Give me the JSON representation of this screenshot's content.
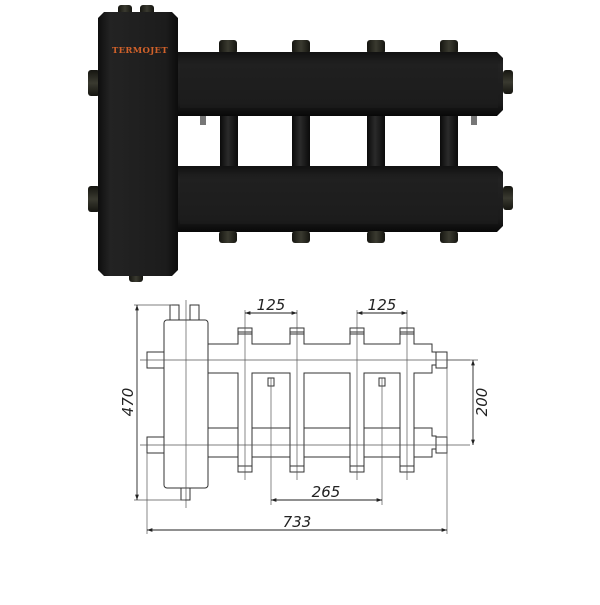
{
  "product": {
    "brand_label": "TERMOJET",
    "brand_color": "#d0612a",
    "body_color": "#1a1a1a"
  },
  "drawing": {
    "dimensions": {
      "top_left_spacing": "125",
      "top_right_spacing": "125",
      "height_total": "470",
      "header_spacing": "200",
      "bottom_spacing": "265",
      "width_total": "733"
    },
    "line_color": "#333333"
  }
}
